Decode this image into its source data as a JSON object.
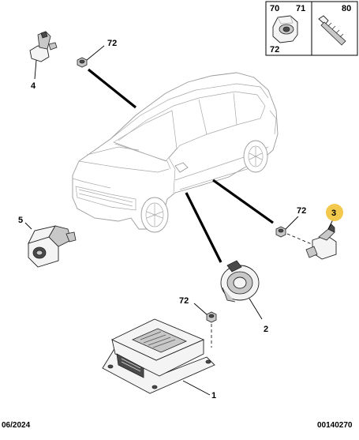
{
  "callouts": {
    "c70": "70",
    "c71": "71",
    "c72_inset": "72",
    "c80": "80",
    "c72_a": "72",
    "c4": "4",
    "c72_b": "72",
    "c3": "3",
    "c5": "5",
    "c72_c": "72",
    "c2": "2",
    "c1": "1"
  },
  "highlight_color": "#f2c94c",
  "footer": {
    "date": "06/2024",
    "reference": "00140270"
  }
}
